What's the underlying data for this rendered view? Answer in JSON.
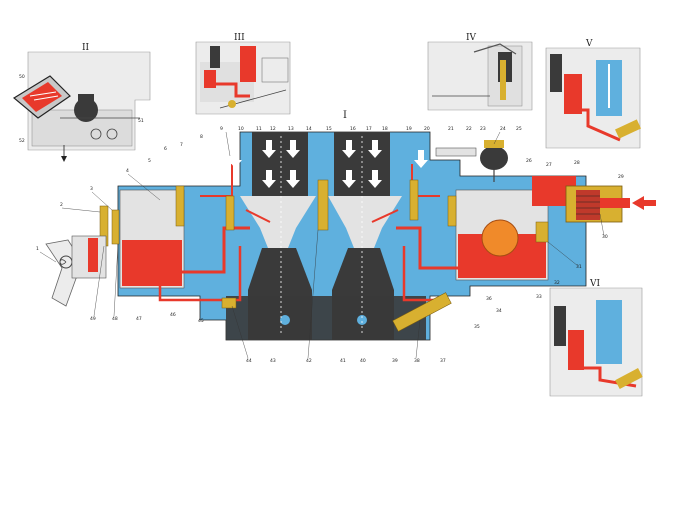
{
  "colors": {
    "air": "#5fb0de",
    "fuel": "#e8392b",
    "body": "#e3e3e3",
    "dark": "#3a3a3a",
    "brass": "#d8b030",
    "panel": "#eeeeee",
    "arrow_fill": "#ffffff"
  },
  "inset_labels": {
    "II": "II",
    "III": "III",
    "IV": "IV",
    "V": "V",
    "VI": "VI",
    "main": "I"
  },
  "inset_II_numbers": [
    "50",
    "51",
    "52"
  ],
  "top_numbers": [
    "1",
    "2",
    "3",
    "4",
    "5",
    "6",
    "7",
    "8",
    "9",
    "10",
    "11",
    "12",
    "13",
    "14",
    "15",
    "16",
    "17",
    "18",
    "19",
    "20",
    "21",
    "22",
    "23",
    "24",
    "25",
    "26",
    "27",
    "28",
    "29"
  ],
  "right_numbers": [
    "30",
    "31",
    "32",
    "33",
    "34",
    "35",
    "36",
    "37",
    "38",
    "39"
  ],
  "bottom_numbers": [
    "40",
    "41",
    "42",
    "43",
    "44",
    "45",
    "46",
    "47",
    "48",
    "49"
  ],
  "icons": [
    "fuel-inlet-arrow-icon",
    "airflow-arrow-icon"
  ]
}
